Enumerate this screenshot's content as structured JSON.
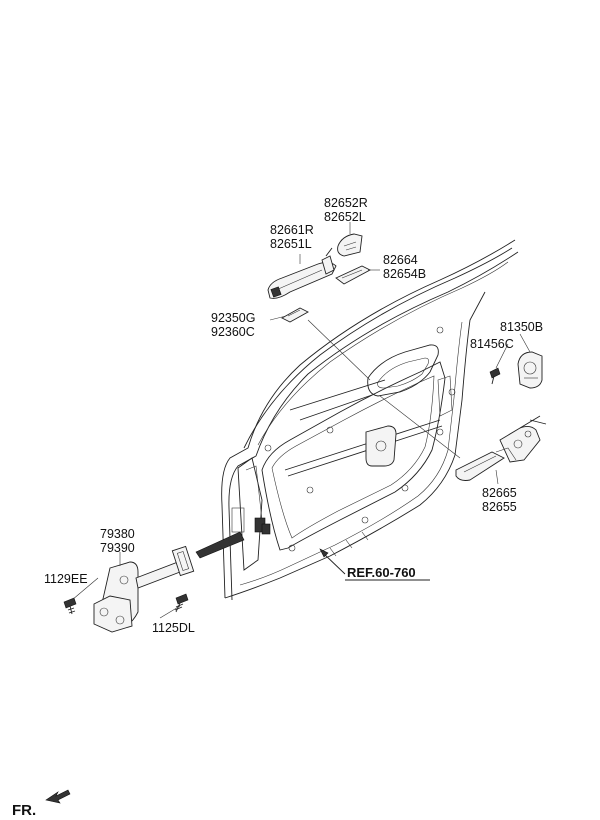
{
  "labels": {
    "p82652R": "82652R",
    "p82652L": "82652L",
    "p82661R": "82661R",
    "p82651L": "82651L",
    "p82664": "82664",
    "p82654B": "82654B",
    "p92350G": "92350G",
    "p92360C": "92360C",
    "p81350B": "81350B",
    "p81456C": "81456C",
    "p82665": "82665",
    "p82655": "82655",
    "p79380": "79380",
    "p79390": "79390",
    "p1129EE": "1129EE",
    "p1125DL": "1125DL"
  },
  "ref_text": "REF.60-760",
  "fr_text": "FR."
}
